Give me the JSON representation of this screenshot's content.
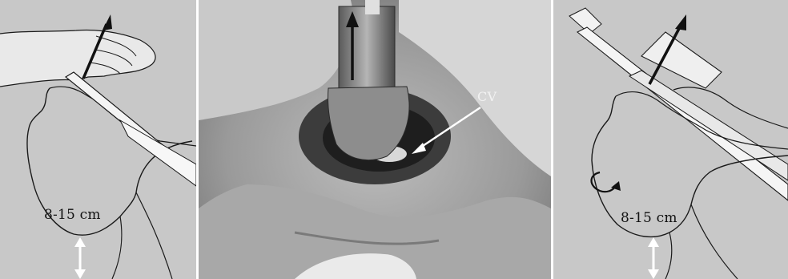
{
  "panels": {
    "left": {
      "distance_label": "8-15 cm"
    },
    "center": {
      "pointer_label": "CV"
    },
    "right": {
      "distance_label": "8-15 cm"
    }
  },
  "colors": {
    "sketch_background": "#c8c8c8",
    "line": "#1a1a1a",
    "arrow_dark": "#111111",
    "arrow_light": "#ffffff"
  },
  "icons": [
    "lift-direction-arrow",
    "rotation-arrow",
    "double-headed-arrow",
    "pointer-arrow"
  ]
}
